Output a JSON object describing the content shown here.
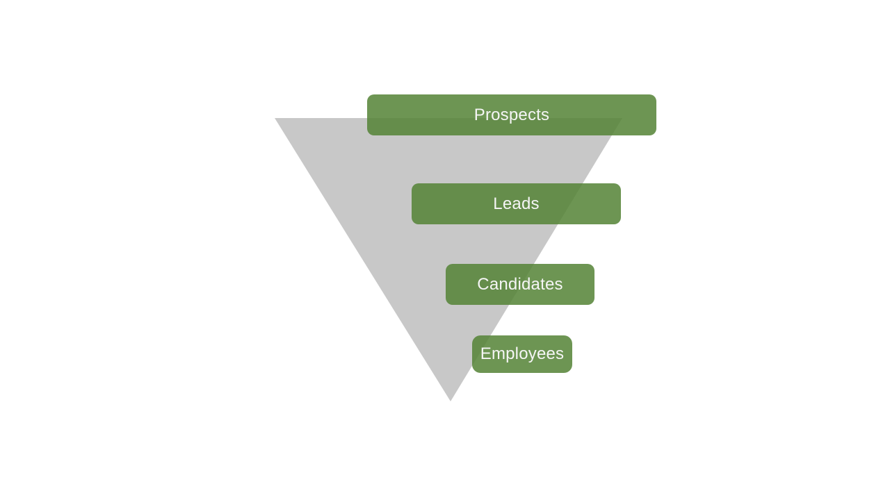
{
  "diagram": {
    "type": "inverted-funnel",
    "stages": [
      {
        "label": "Prospects"
      },
      {
        "label": "Leads"
      },
      {
        "label": "Candidates"
      },
      {
        "label": "Employees"
      }
    ],
    "colors": {
      "stage_fill": "#548235",
      "stage_fill_opacity": "0.85",
      "triangle_fill": "#c8c8c8",
      "label_text": "#f5f5f5",
      "background": "#ffffff"
    }
  }
}
